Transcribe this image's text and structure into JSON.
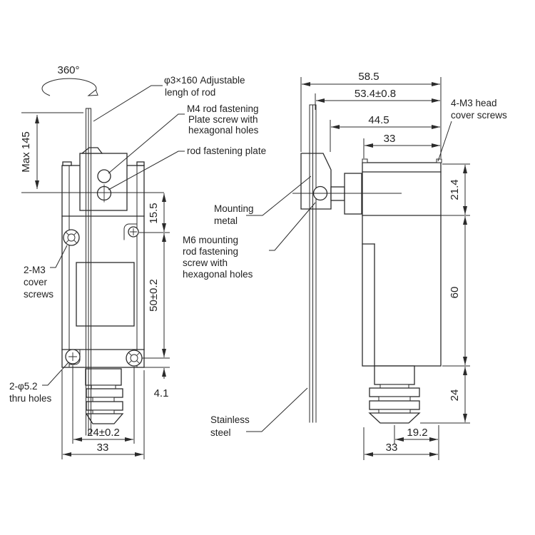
{
  "colors": {
    "line": "#2b2b2b",
    "background": "#ffffff"
  },
  "front_view": {
    "rotation_label": "360°",
    "dims": {
      "rod_max": "Max 145",
      "head_offset": "15.5",
      "hole_spacing_v": "50±0.2",
      "hole_to_edge": "4.1",
      "hole_spacing_h": "24±0.2",
      "body_width": "33"
    },
    "labels": {
      "rod": {
        "lines": [
          "φ3×160 Adjustable",
          "lengh of rod"
        ]
      },
      "m4_screw": {
        "lines": [
          "M4 rod fastening",
          "Plate  screw with",
          "hexagonal holes"
        ]
      },
      "fastening_plate": {
        "lines": [
          "rod fastening plate"
        ]
      },
      "cover_screws": {
        "lines": [
          "2-M3",
          "cover",
          "screws"
        ]
      },
      "thru_holes": {
        "lines": [
          "2-φ5.2",
          "thru holes"
        ]
      }
    }
  },
  "side_view": {
    "dims": {
      "overall_depth": "58.5",
      "rod_to_back": "53.4±0.8",
      "mount_to_back": "44.5",
      "body_depth_top": "33",
      "head_height": "21.4",
      "body_height": "60",
      "bellows_height": "24",
      "plunger_offset": "19.2",
      "body_depth_bottom": "33"
    },
    "labels": {
      "head_screws": {
        "lines": [
          "4-M3 head",
          "cover screws"
        ]
      },
      "mounting_metal": {
        "lines": [
          "Mounting",
          "metal"
        ]
      },
      "m6_screw": {
        "lines": [
          "M6 mounting",
          "rod fastening",
          "screw with",
          "hexagonal holes"
        ]
      },
      "stainless": {
        "lines": [
          "Stainless",
          "steel"
        ]
      }
    }
  }
}
